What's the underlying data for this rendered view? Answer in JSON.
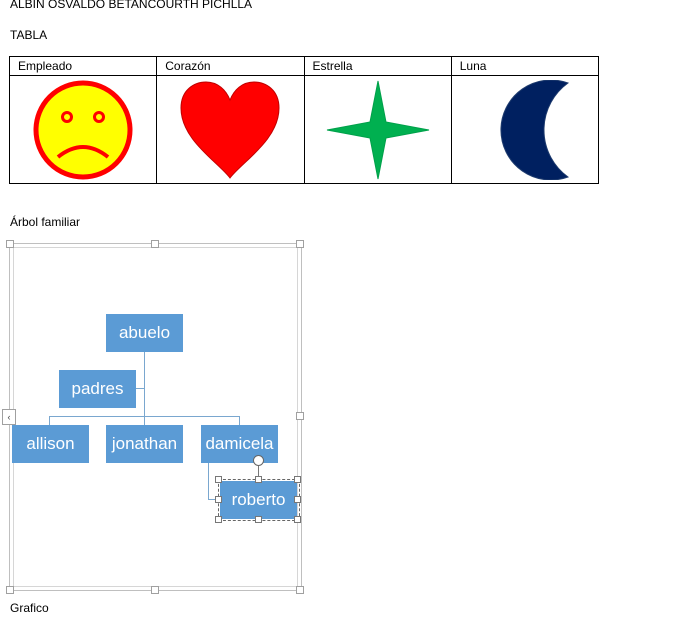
{
  "document": {
    "author_line": "ALBIN OSVALDO BETANCOURTH PICHLLA",
    "table_title": "TABLA",
    "tree_title": "Árbol familiar",
    "chart_title": "Grafico"
  },
  "table": {
    "headers": [
      "Empleado",
      "Corazón",
      "Estrella",
      "Luna"
    ],
    "shapes": [
      "sad-face",
      "heart",
      "four-point-star",
      "crescent-moon"
    ],
    "colors": {
      "face_fill": "#ffff00",
      "face_stroke": "#ff0000",
      "heart_fill": "#ff0000",
      "star_fill": "#00b050",
      "moon_fill": "#002060"
    }
  },
  "tree": {
    "nodes": {
      "abuelo": "abuelo",
      "padres": "padres",
      "allison": "allison",
      "jonathan": "jonathan",
      "damicela": "damicela",
      "roberto": "roberto"
    },
    "node_color": "#5b9bd5"
  }
}
